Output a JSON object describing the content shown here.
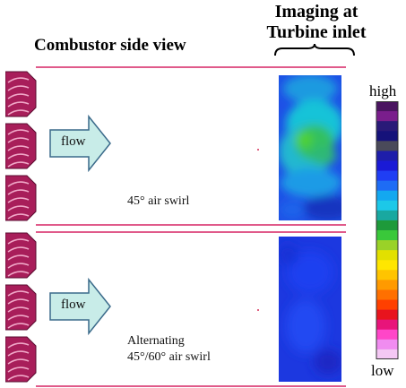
{
  "headers": {
    "imaging_line1": "Imaging at",
    "imaging_line2": "Turbine inlet",
    "side_view": "Combustor side view"
  },
  "top_case": {
    "flow_label": "flow",
    "swirl_label": "45° air swirl"
  },
  "bottom_case": {
    "flow_label": "flow",
    "swirl_line1": "Alternating",
    "swirl_line2": "45°/60° air swirl"
  },
  "legend": {
    "high_label": "high",
    "low_label": "low",
    "colors": [
      "#4a1460",
      "#7a1e8c",
      "#2a1a78",
      "#15127a",
      "#4a4a5a",
      "#1e1eaa",
      "#1a1ad6",
      "#1f3ef4",
      "#1e6cf5",
      "#13a8f0",
      "#1cc8e8",
      "#19a8a0",
      "#1e9a3a",
      "#3ac83a",
      "#9ad228",
      "#e2e000",
      "#ffe600",
      "#ffc400",
      "#ff9a00",
      "#ff7000",
      "#ff4000",
      "#e8141e",
      "#e8147a",
      "#ff46c8",
      "#f08cf0",
      "#f4c8f4"
    ]
  },
  "colors": {
    "line": "#e05a8a",
    "arrow_fill": "#c8ece8",
    "arrow_stroke": "#3a6a8a",
    "swirler": "#a81e5a"
  }
}
